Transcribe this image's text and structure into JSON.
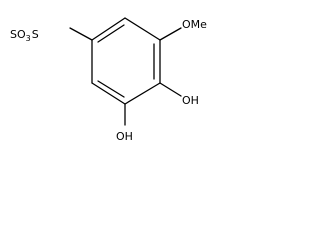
{
  "molecule": {
    "labels": {
      "so3h": {
        "main": "SO",
        "sub": "3",
        "tail": "S"
      },
      "ome": "OMe",
      "oh_right": "OH",
      "oh_bottom": "OH"
    },
    "colors": {
      "bond": "#000000",
      "text": "#000000",
      "background": "#ffffff"
    }
  }
}
